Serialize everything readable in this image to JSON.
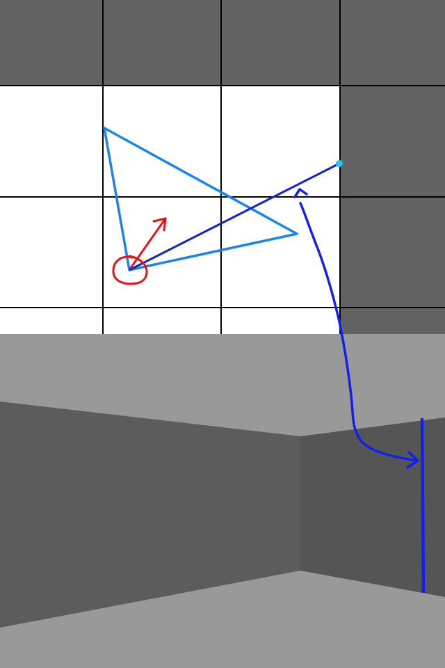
{
  "colors": {
    "wall": "#626262",
    "floor_cell": "#ffffff",
    "grid_line": "#000000",
    "ceiling": "#999999",
    "floor_3d": "#999999",
    "wall_left": "#5c5c5c",
    "wall_right": "#555555",
    "fov_triangle": "#1a84ee",
    "ray": "#1020d8",
    "ray_endpoint": "#22c8f0",
    "player_marker": "#ee1111",
    "direction_arrow": "#ee1111",
    "annotation": "#1020ee"
  },
  "map": {
    "rows": 3,
    "cols": 4,
    "cells": [
      [
        1,
        1,
        1,
        1
      ],
      [
        0,
        0,
        0,
        1
      ],
      [
        0,
        0,
        0,
        1
      ]
    ]
  }
}
